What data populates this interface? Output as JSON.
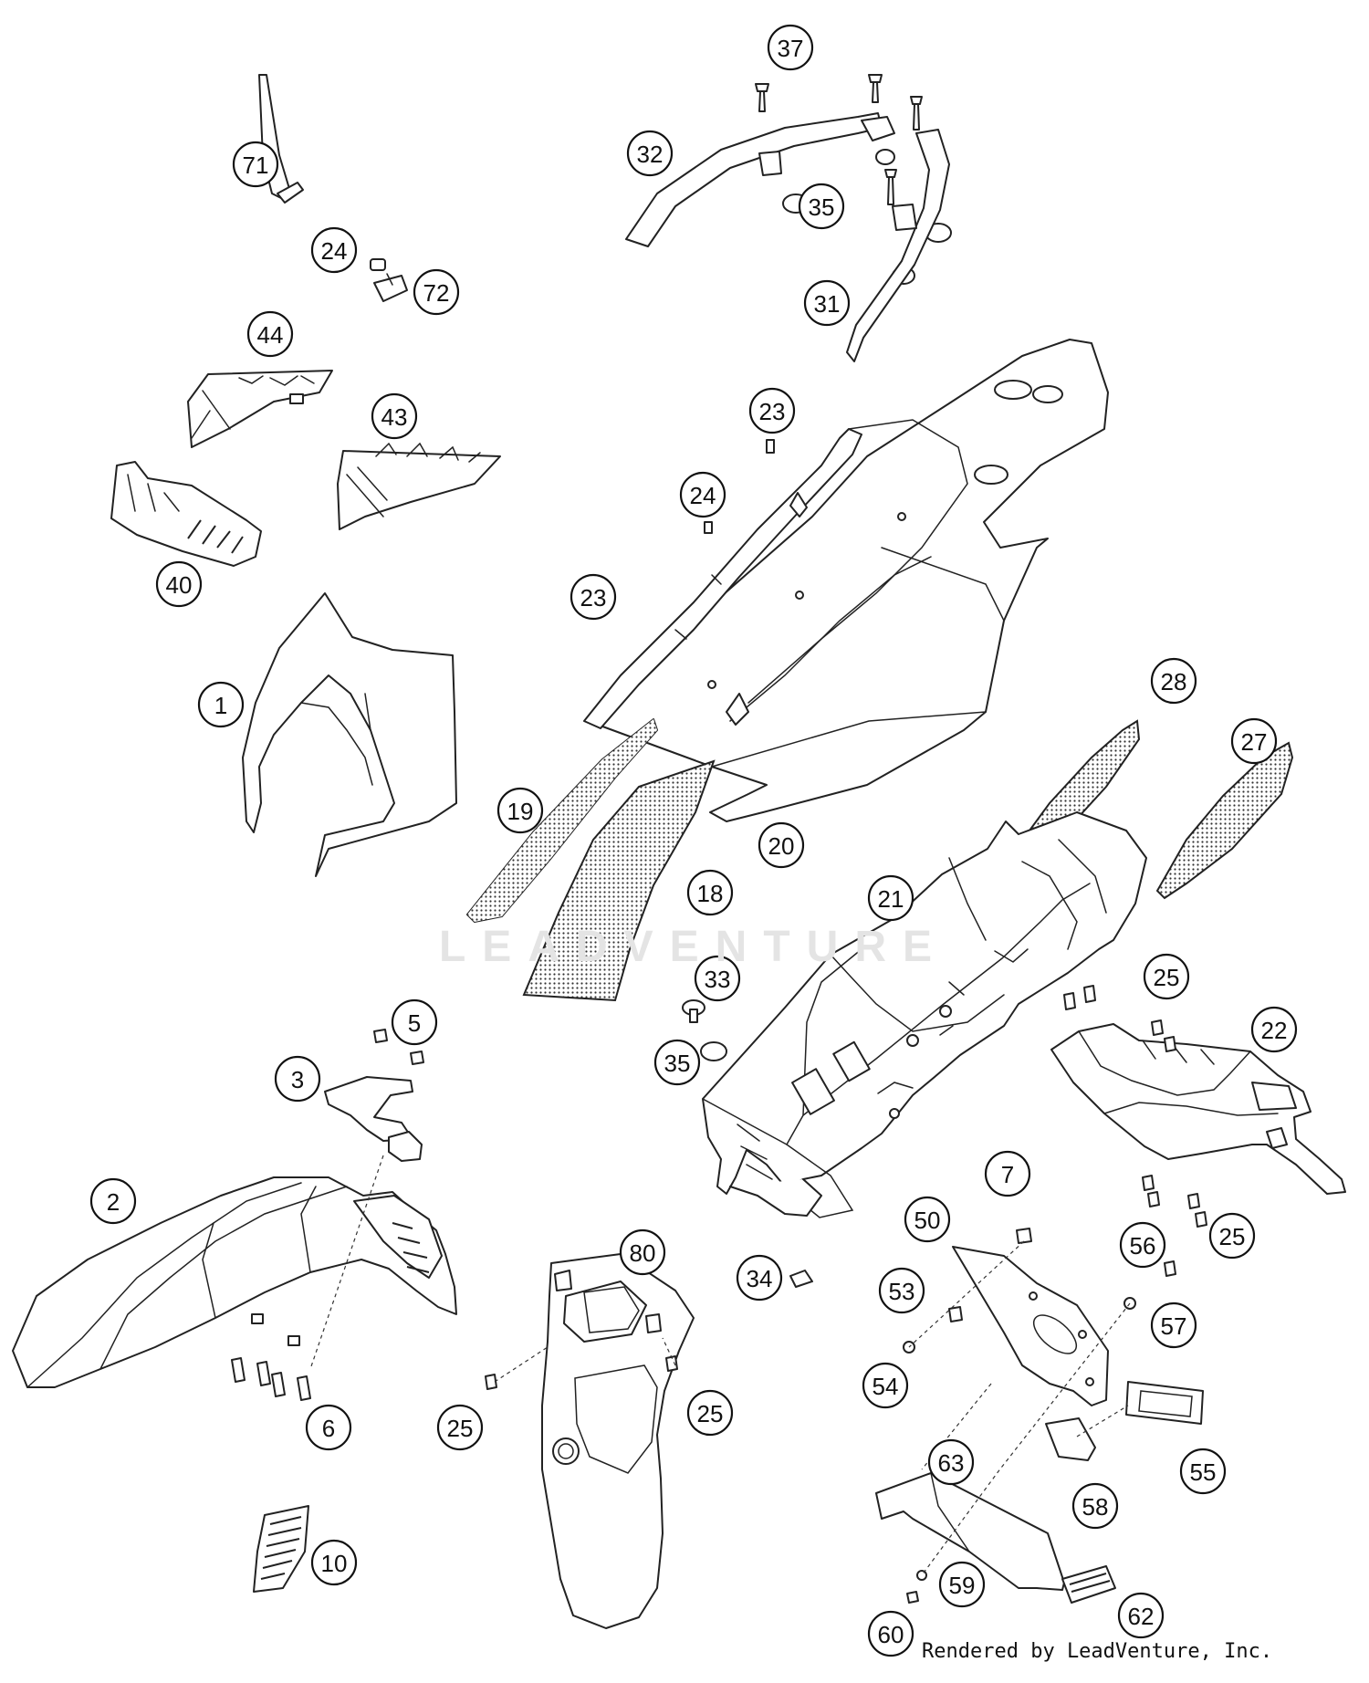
{
  "diagram": {
    "watermark": "LEADVENTURE",
    "credit": "Rendered by LeadVenture, Inc.",
    "callouts": [
      {
        "id": "c37",
        "label": "37"
      },
      {
        "id": "c32",
        "label": "32"
      },
      {
        "id": "c35a",
        "label": "35"
      },
      {
        "id": "c31",
        "label": "31"
      },
      {
        "id": "c71",
        "label": "71"
      },
      {
        "id": "c24a",
        "label": "24"
      },
      {
        "id": "c72",
        "label": "72"
      },
      {
        "id": "c44",
        "label": "44"
      },
      {
        "id": "c43",
        "label": "43"
      },
      {
        "id": "c40",
        "label": "40"
      },
      {
        "id": "c1",
        "label": "1"
      },
      {
        "id": "c23a",
        "label": "23"
      },
      {
        "id": "c24b",
        "label": "24"
      },
      {
        "id": "c23b",
        "label": "23"
      },
      {
        "id": "c28",
        "label": "28"
      },
      {
        "id": "c27",
        "label": "27"
      },
      {
        "id": "c19",
        "label": "19"
      },
      {
        "id": "c20",
        "label": "20"
      },
      {
        "id": "c18",
        "label": "18"
      },
      {
        "id": "c21",
        "label": "21"
      },
      {
        "id": "c25a",
        "label": "25"
      },
      {
        "id": "c22",
        "label": "22"
      },
      {
        "id": "c5",
        "label": "5"
      },
      {
        "id": "c33",
        "label": "33"
      },
      {
        "id": "c3",
        "label": "3"
      },
      {
        "id": "c35b",
        "label": "35"
      },
      {
        "id": "c7",
        "label": "7"
      },
      {
        "id": "c2",
        "label": "2"
      },
      {
        "id": "c50",
        "label": "50"
      },
      {
        "id": "c56",
        "label": "56"
      },
      {
        "id": "c25b",
        "label": "25"
      },
      {
        "id": "c80",
        "label": "80"
      },
      {
        "id": "c34",
        "label": "34"
      },
      {
        "id": "c53",
        "label": "53"
      },
      {
        "id": "c57",
        "label": "57"
      },
      {
        "id": "c6",
        "label": "6"
      },
      {
        "id": "c25c",
        "label": "25"
      },
      {
        "id": "c25d",
        "label": "25"
      },
      {
        "id": "c54",
        "label": "54"
      },
      {
        "id": "c55",
        "label": "55"
      },
      {
        "id": "c63",
        "label": "63"
      },
      {
        "id": "c58",
        "label": "58"
      },
      {
        "id": "c10",
        "label": "10"
      },
      {
        "id": "c59",
        "label": "59"
      },
      {
        "id": "c62",
        "label": "62"
      },
      {
        "id": "c60",
        "label": "60"
      }
    ]
  }
}
